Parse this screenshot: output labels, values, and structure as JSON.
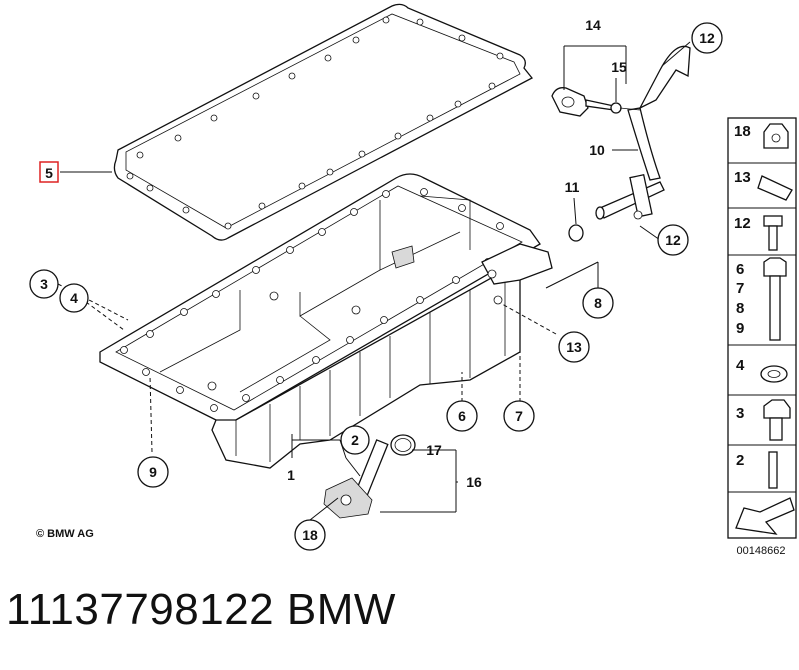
{
  "callouts": {
    "c1": "1",
    "c2": "2",
    "c3": "3",
    "c4": "4",
    "c5": "5",
    "c6": "6",
    "c7": "7",
    "c8": "8",
    "c9": "9",
    "c10": "10",
    "c11": "11",
    "c12a": "12",
    "c12b": "12",
    "c13": "13",
    "c14": "14",
    "c15": "15",
    "c16": "16",
    "c17": "17",
    "c18": "18"
  },
  "legend": {
    "l18": "18",
    "l13": "13",
    "l12": "12",
    "l6": "6",
    "l7": "7",
    "l8": "8",
    "l9": "9",
    "l4": "4",
    "l3": "3",
    "l2": "2"
  },
  "copyright": "© BMW AG",
  "diagram_id": "00148662",
  "part_number": "11137798122    BMW"
}
